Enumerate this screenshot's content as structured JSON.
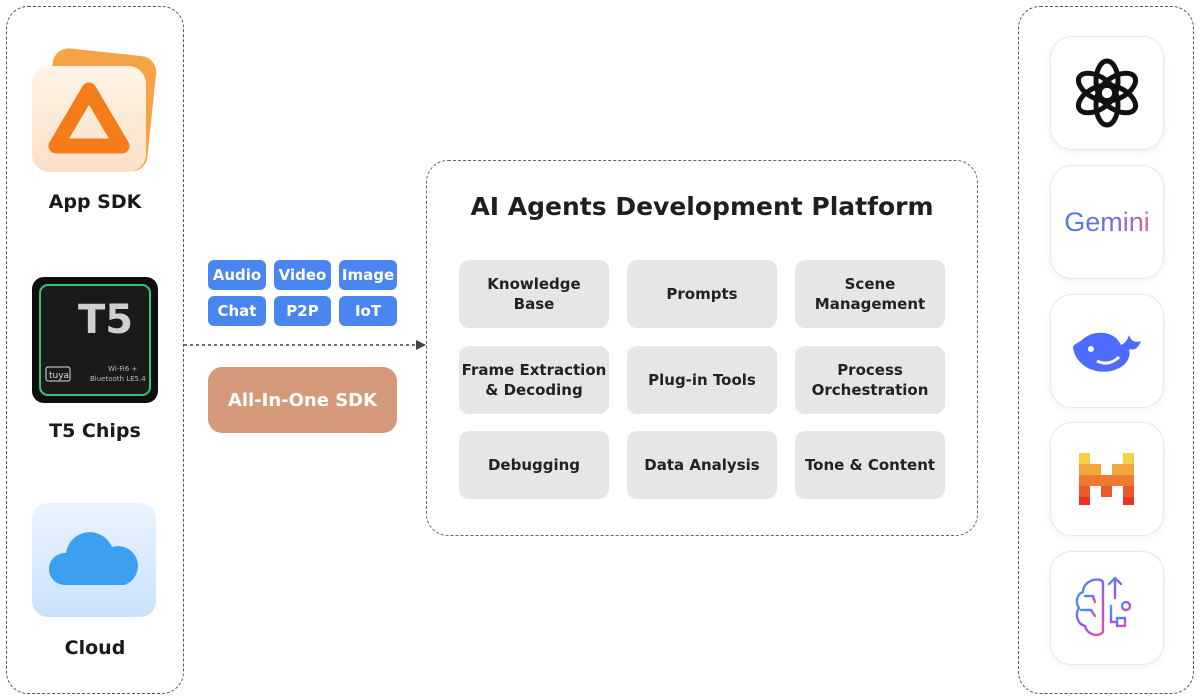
{
  "left_column": {
    "app_sdk_label": "App SDK",
    "t5_chips_label": "T5 Chips",
    "cloud_label": "Cloud",
    "chip": {
      "title": "T5",
      "brand": "tuya",
      "spec_line1": "Wi-Fi6 +",
      "spec_line2": "Bluetooth LE5.4"
    }
  },
  "capabilities": [
    "Audio",
    "Video",
    "Image",
    "Chat",
    "P2P",
    "IoT"
  ],
  "sdk_label": "All-In-One SDK",
  "platform": {
    "title": "AI Agents Development Platform",
    "features": [
      "Knowledge\nBase",
      "Prompts",
      "Scene\nManagement",
      "Frame Extraction\n& Decoding",
      "Plug-in Tools",
      "Process\nOrchestration",
      "Debugging",
      "Data Analysis",
      "Tone & Content"
    ]
  },
  "ai_models": {
    "icons": [
      "openai-icon",
      "gemini-icon",
      "deepseek-icon",
      "mistral-icon",
      "brain-circuit-icon"
    ],
    "gemini_text": "Gemini"
  },
  "colors": {
    "pill_blue": "#4a86f0",
    "sdk_tan": "#d49a79",
    "feature_gray": "#e6e6e6",
    "drive_orange": "#f47c1a",
    "cloud_blue": "#3d9ff0",
    "deepseek_blue": "#4d6bfe"
  }
}
